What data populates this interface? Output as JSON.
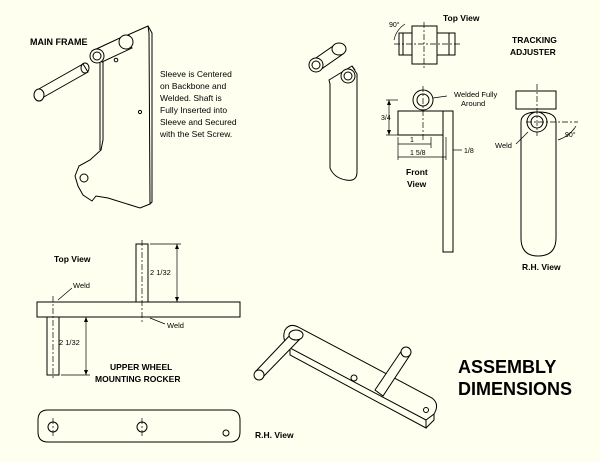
{
  "colors": {
    "paper": "#fffff0",
    "ink": "#000000"
  },
  "main_frame": {
    "title": "MAIN FRAME",
    "note_lines": [
      "Sleeve is Centered",
      "on Backbone and",
      "Welded.  Shaft is",
      "Fully Inserted into",
      "Sleeve and Secured",
      "with the Set Screw."
    ]
  },
  "tracking_adjuster": {
    "title_lines": [
      "TRACKING",
      "ADJUSTER"
    ],
    "top_view_label": "Top View",
    "front_view_lines": [
      "Front",
      "View"
    ],
    "rh_view_label": "R.H. View",
    "angle_top": "90°",
    "angle_rh": "90°",
    "weld_note_lines": [
      "Welded Fully",
      "Around"
    ],
    "weld_label": "Weld",
    "dim_height": "3/4",
    "dim_inner": "1",
    "dim_overall": "1 5/8",
    "dim_offset": "1/8"
  },
  "upper_rocker": {
    "top_view_label": "Top View",
    "title_lines": [
      "UPPER WHEEL",
      "MOUNTING ROCKER"
    ],
    "rh_view_label": "R.H. View",
    "weld_top": "Weld",
    "weld_bottom": "Weld",
    "dim_upper": "2 1/32",
    "dim_lower": "2 1/32"
  },
  "assembly_title_lines": [
    "ASSEMBLY",
    "DIMENSIONS"
  ]
}
